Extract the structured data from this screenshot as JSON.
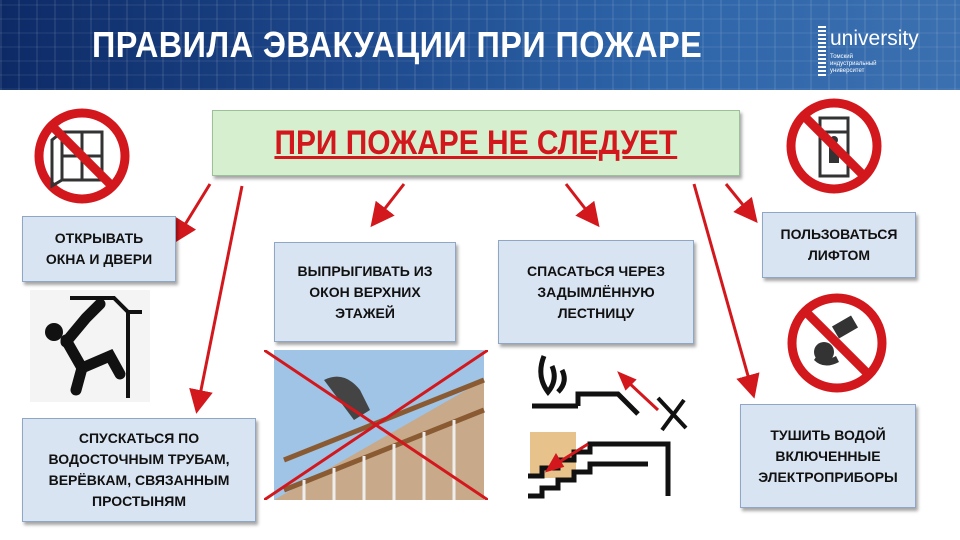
{
  "header": {
    "title": "ПРАВИЛА ЭВАКУАЦИИ ПРИ ПОЖАРЕ",
    "logo_word": "university",
    "logo_sub": "Томский индустриальный университет"
  },
  "banner": {
    "text": "ПРИ ПОЖАРЕ НЕ СЛЕДУЕТ"
  },
  "items": {
    "windows": "ОТКРЫВАТЬ ОКНА И ДВЕРИ",
    "jump": "ВЫПРЫГИВАТЬ ИЗ ОКОН ВЕРХНИХ ЭТАЖЕЙ",
    "stairs": "СПАСАТЬСЯ ЧЕРЕЗ ЗАДЫМЛЁННУЮ ЛЕСТНИЦУ",
    "elevator": "ПОЛЬЗОВАТЬСЯ ЛИФТОМ",
    "pipes": "СПУСКАТЬСЯ ПО ВОДОСТОЧНЫМ ТРУБАМ, ВЕРЁВКАМ, СВЯЗАННЫМ ПРОСТЫНЯМ",
    "water": "ТУШИТЬ ВОДОЙ ВКЛЮЧЕННЫЕ ЭЛЕКТРОПРИБОРЫ"
  },
  "colors": {
    "accent_red": "#d3181d",
    "header_blue": "#1f4b8f",
    "box_fill": "#d9e4f2",
    "banner_fill": "#d6efcf"
  }
}
